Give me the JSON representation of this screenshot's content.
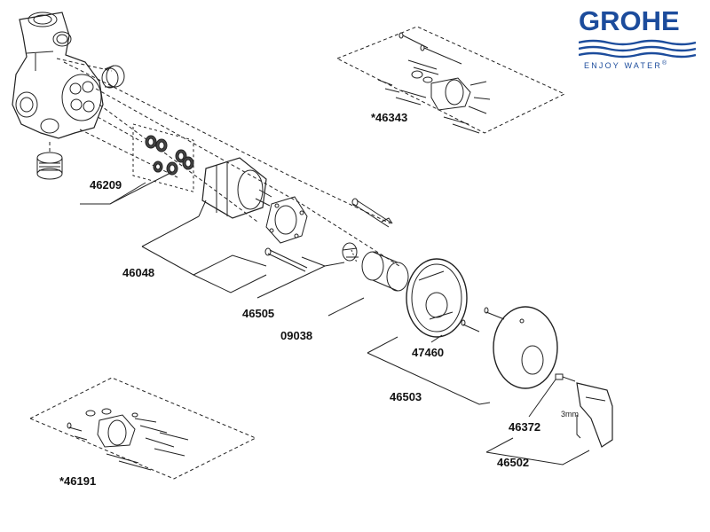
{
  "brand": {
    "name": "GROHE",
    "tagline": "ENJOY WATER",
    "registered": "®",
    "color": "#1c4c9c"
  },
  "parts": [
    {
      "id": "p46209",
      "label": "46209"
    },
    {
      "id": "p46048",
      "label": "46048"
    },
    {
      "id": "p46505",
      "label": "46505"
    },
    {
      "id": "p09038",
      "label": "09038"
    },
    {
      "id": "p47460",
      "label": "47460"
    },
    {
      "id": "p46503",
      "label": "46503"
    },
    {
      "id": "p46372",
      "label": "46372"
    },
    {
      "id": "p46502",
      "label": "46502"
    },
    {
      "id": "p46343",
      "label": "*46343"
    },
    {
      "id": "p46191",
      "label": "*46191"
    }
  ],
  "notes": {
    "hex_key": "3mm"
  },
  "colors": {
    "line": "#222222",
    "fill": "#ffffff",
    "shade": "#888888"
  }
}
